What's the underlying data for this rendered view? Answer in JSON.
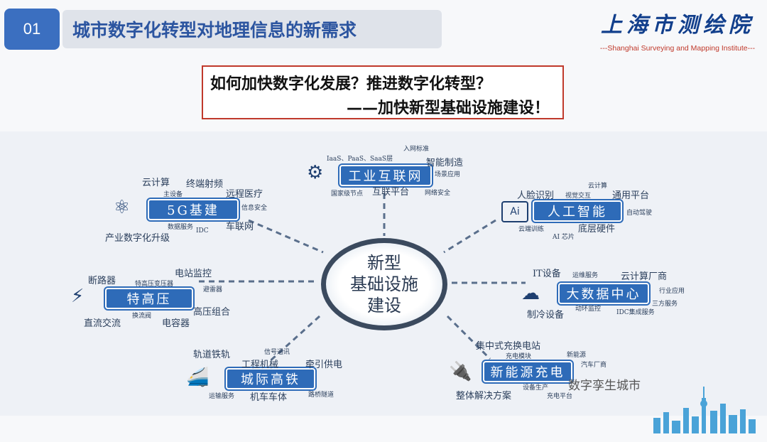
{
  "slide": {
    "number": "01",
    "title": "城市数字化转型对地理信息的新需求"
  },
  "logo": {
    "cn": "上海市测绘院",
    "en": "---Shanghai Surveying and Mapping Institute---"
  },
  "callout": {
    "line1": "如何加快数字化发展？推进数字化转型？",
    "line2": "——加快新型基础设施建设！"
  },
  "hub": {
    "line1": "新型",
    "line2": "基础设施",
    "line3": "建设"
  },
  "nodes": {
    "industrial": {
      "label": "工业互联网",
      "icon": "robot-arm-icon",
      "terms": [
        "入网标准",
        "IaaS、PaaS、SaaS层",
        "智能制造",
        "场景应用",
        "国家级节点",
        "互联平台",
        "网络安全"
      ]
    },
    "g5": {
      "label": "5G基建",
      "icon": "atom-icon",
      "terms": [
        "云计算",
        "终端射频",
        "主设备",
        "远程医疗",
        "信息安全",
        "数据服务",
        "IDC",
        "车联网",
        "产业数字化升级"
      ]
    },
    "ai": {
      "label": "人工智能",
      "icon": "ai-chip-icon",
      "icon_text": "Ai",
      "terms": [
        "云计算",
        "人脸识别",
        "视觉交互",
        "通用平台",
        "自动驾驶",
        "云端训练",
        "底层硬件",
        "AI 芯片"
      ]
    },
    "uhv": {
      "label": "特高压",
      "icon": "power-tower-icon",
      "terms": [
        "断路器",
        "电站监控",
        "特高压变压器",
        "避雷器",
        "换流阀",
        "高压组合",
        "直流交流",
        "电容器"
      ]
    },
    "bigdata": {
      "label": "大数据中心",
      "icon": "cloud-data-icon",
      "terms": [
        "IT设备",
        "运维服务",
        "云计算厂商",
        "行业应用",
        "三方服务",
        "动环监控",
        "IDC集成服务",
        "制冷设备"
      ]
    },
    "rail": {
      "label": "城际高铁",
      "icon": "train-icon",
      "terms": [
        "轨道铁轨",
        "信号通讯",
        "工程机械",
        "牵引供电",
        "运输服务",
        "机车车体",
        "路桥隧道"
      ]
    },
    "ev": {
      "label": "新能源充电",
      "icon": "ev-charger-icon",
      "terms": [
        "集中式充换电站",
        "充电模块",
        "新能源",
        "汽车厂商",
        "设备生产",
        "整体解决方案",
        "充电平台"
      ]
    }
  },
  "watermark": "数字孪生城市",
  "colors": {
    "accent": "#2e6bb8",
    "title_text": "#2c55a0",
    "callout_border": "#c0392b",
    "logo_en": "#c0392b"
  }
}
